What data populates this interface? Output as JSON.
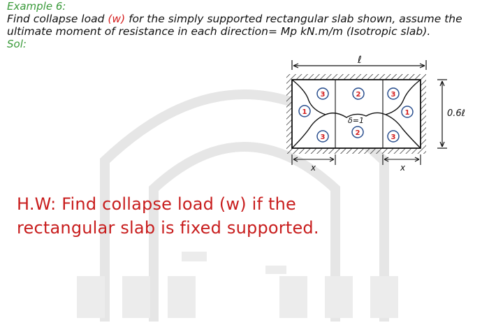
{
  "example_title": "Example 6:",
  "problem": {
    "part1": "Find collapse load ",
    "highlight": "(w)",
    "part2": " for the simply supported rectangular slab shown, assume the ultimate moment of resistance in each direction= Mp kN.m/m (Isotropic slab)."
  },
  "sol_label": "Sol:",
  "diagram": {
    "top_dim": "ℓ",
    "right_dim": "0.6ℓ",
    "left_x": "x",
    "right_x": "x",
    "delta": "δ=1",
    "regions": [
      "3",
      "2",
      "3",
      "1",
      "1",
      "3",
      "2",
      "3"
    ]
  },
  "homework": {
    "line1": "H.W: Find collapse load (w) if the",
    "line2": "rectangular slab is fixed supported."
  }
}
